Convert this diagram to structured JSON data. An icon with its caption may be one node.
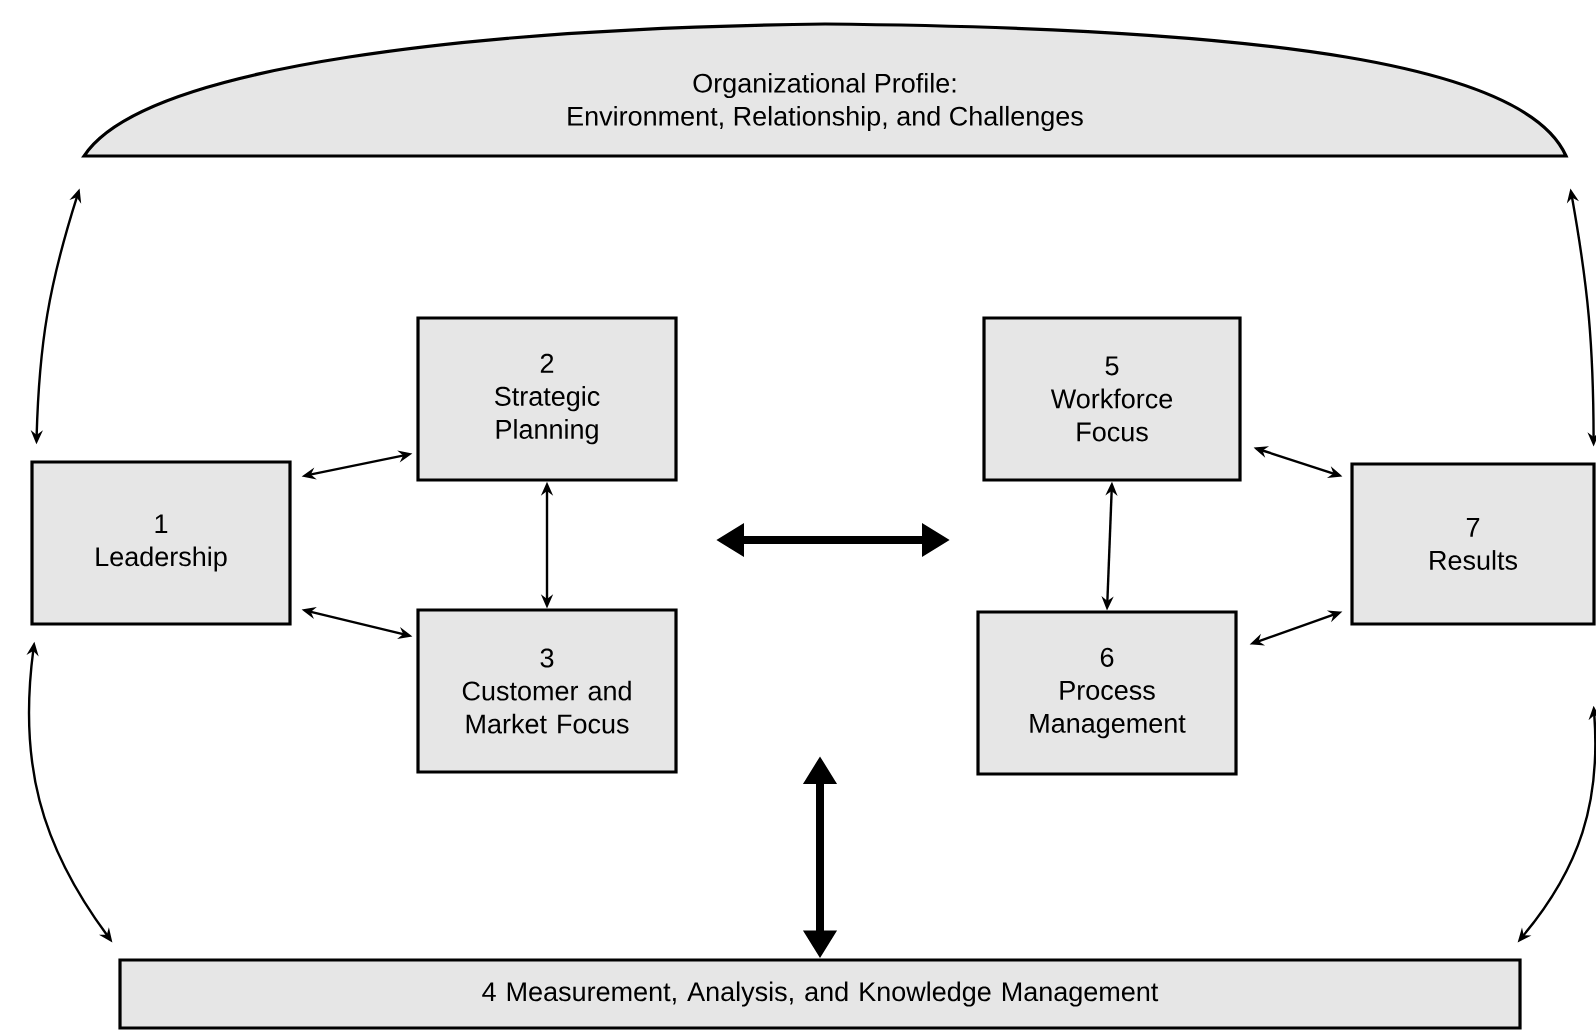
{
  "diagram": {
    "nodes": [
      {
        "text": [
          "Organizational Profile:",
          "Environment, Relationship, and Challenges"
        ]
      },
      {
        "text": [
          "1",
          "Leadership"
        ]
      },
      {
        "text": [
          "2",
          "Strategic Planning"
        ]
      },
      {
        "text": [
          "3",
          "Customer and Market Focus"
        ]
      },
      {
        "text": [
          "5",
          "Workforce Focus"
        ]
      },
      {
        "text": [
          "6",
          "Process Management"
        ]
      },
      {
        "text": [
          "7",
          "Results"
        ]
      },
      {
        "text": [
          "4  Measurement, Analysis, and Knowledge Management"
        ]
      }
    ],
    "edges": [
      {
        "from": 0,
        "to": 1,
        "arrow": "both"
      },
      {
        "from": 1,
        "to": 2,
        "arrow": "both"
      },
      {
        "from": 1,
        "to": 3,
        "arrow": "both"
      },
      {
        "from": 2,
        "to": 3,
        "arrow": "both"
      },
      {
        "from": 4,
        "to": 5,
        "arrow": "both"
      },
      {
        "from": 4,
        "to": 6,
        "arrow": "both"
      },
      {
        "from": 5,
        "to": 6,
        "arrow": "both"
      },
      {
        "from": 0,
        "to": 6,
        "arrow": "both"
      },
      {
        "from": 1,
        "to": 7,
        "arrow": "both"
      },
      {
        "from": 6,
        "to": 7,
        "arrow": "both"
      },
      {
        "from": null,
        "to": 7,
        "arrow": "both",
        "style": "thick"
      }
    ]
  }
}
